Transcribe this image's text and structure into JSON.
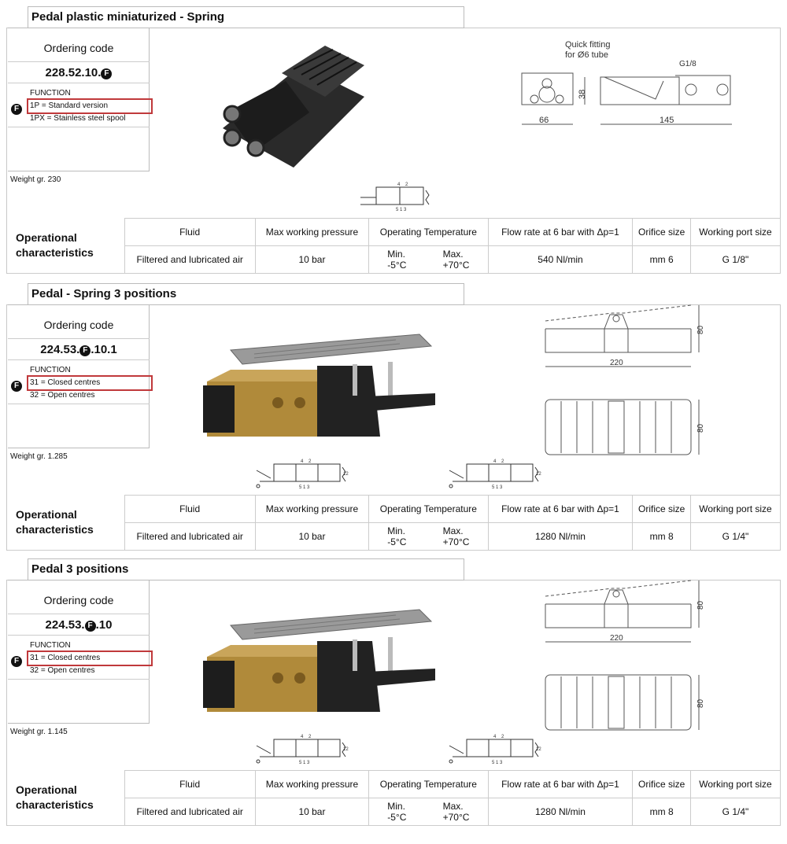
{
  "table_header": {
    "label": "Operational characteristics",
    "fluid": "Fluid",
    "pressure": "Max working pressure",
    "temp": "Operating Temperature",
    "flow": "Flow rate at 6 bar with Δp=1",
    "orifice": "Orifice size",
    "port": "Working port size"
  },
  "function_label": "FUNCTION",
  "ordering_label": "Ordering code",
  "badge_letter": "F",
  "products": [
    {
      "title": "Pedal plastic miniaturized - Spring",
      "code_prefix": "228.52.10.",
      "code_suffix": "",
      "options": [
        "1P = Standard version",
        "1PX = Stainless steel spool"
      ],
      "weight": "Weight gr. 230",
      "drawing": {
        "note1": "Quick fitting",
        "note2": "for Ø6 tube",
        "thread": "G1/8",
        "h": "38",
        "w1": "66",
        "w2": "145"
      },
      "values": {
        "fluid": "Filtered and lubricated air",
        "pressure": "10 bar",
        "tmin_l": "Min.",
        "tmin": "-5°C",
        "tmax_l": "Max.",
        "tmax": "+70°C",
        "flow": "540 Nl/min",
        "orifice": "mm 6",
        "port": "G 1/8\""
      }
    },
    {
      "title": "Pedal - Spring 3 positions",
      "code_prefix": "224.53.",
      "code_suffix": ".10.1",
      "options": [
        "31 = Closed centres",
        "32 = Open centres"
      ],
      "weight": "Weight gr. 1.285",
      "drawing": {
        "h": "80",
        "w": "220",
        "d": "80"
      },
      "values": {
        "fluid": "Filtered and lubricated air",
        "pressure": "10 bar",
        "tmin_l": "Min.",
        "tmin": "-5°C",
        "tmax_l": "Max.",
        "tmax": "+70°C",
        "flow": "1280 Nl/min",
        "orifice": "mm 8",
        "port": "G 1/4\""
      }
    },
    {
      "title": "Pedal 3 positions",
      "code_prefix": "224.53.",
      "code_suffix": ".10",
      "options": [
        "31 = Closed centres",
        "32 = Open centres"
      ],
      "weight": "Weight gr. 1.145",
      "drawing": {
        "h": "80",
        "w": "220",
        "d": "80"
      },
      "values": {
        "fluid": "Filtered and lubricated air",
        "pressure": "10 bar",
        "tmin_l": "Min.",
        "tmin": "-5°C",
        "tmax_l": "Max.",
        "tmax": "+70°C",
        "flow": "1280 Nl/min",
        "orifice": "mm 8",
        "port": "G 1/4\""
      }
    }
  ],
  "symbol": {
    "p4": "4",
    "p2": "2",
    "p513": "5 1 3",
    "p12": "12"
  }
}
